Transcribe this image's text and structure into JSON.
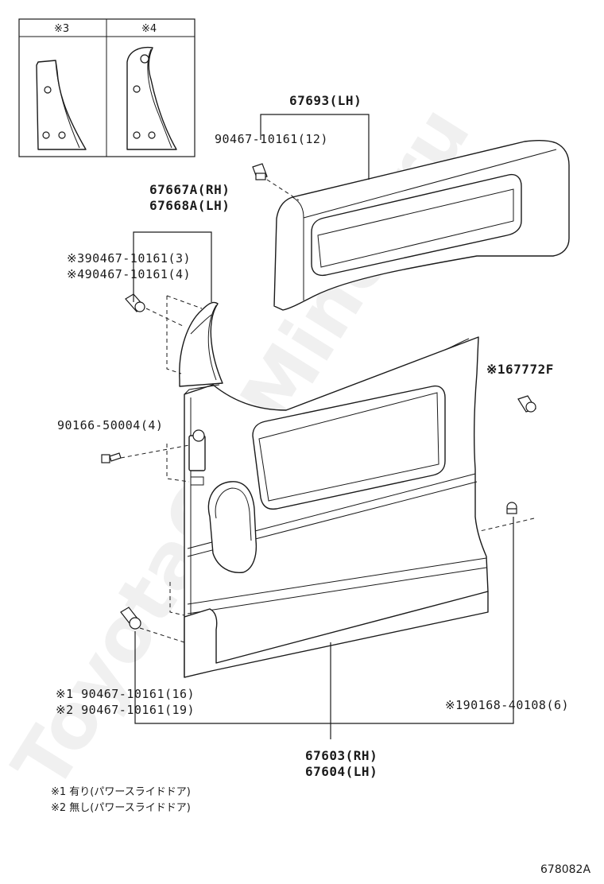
{
  "watermark": "ToyotaCarMiner.ru",
  "inset": {
    "col1_label": "※3",
    "col2_label": "※4"
  },
  "parts": {
    "rear_panel": "67693(LH)",
    "rear_clip": "90467-10161(12)",
    "pillar_rh": "67667A(RH)",
    "pillar_lh": "67668A(LH)",
    "pillar_clip_3": "※390467-10161(3)",
    "pillar_clip_4": "※490467-10161(4)",
    "screw": "90166-50004(4)",
    "side_clip": "※167772F",
    "lower_clip_1": "※1 90467-10161(16)",
    "lower_clip_2": "※2 90467-10161(19)",
    "lower_right_clip": "※190168-40108(6)",
    "door_panel_rh": "67603(RH)",
    "door_panel_lh": "67604(LH)"
  },
  "notes": {
    "note1": "※1 有り(パワースライドドア)",
    "note2": "※2 無し(パワースライドドア)"
  },
  "diagram_ref": "678082A"
}
